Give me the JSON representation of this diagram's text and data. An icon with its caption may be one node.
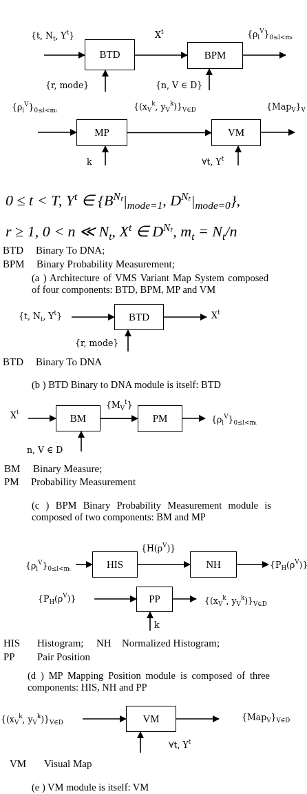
{
  "diagram": {
    "nodes": [
      {
        "text": [
          "BTD"
        ]
      },
      {
        "text": [
          "BPM"
        ]
      },
      {
        "text": [
          "MP"
        ]
      },
      {
        "text": [
          "VM"
        ]
      },
      {
        "text": [
          "BTD"
        ]
      },
      {
        "text": [
          "BM"
        ]
      },
      {
        "text": [
          "PM"
        ]
      },
      {
        "text": [
          "HIS"
        ]
      },
      {
        "text": [
          "NH"
        ]
      },
      {
        "text": [
          "PP"
        ]
      },
      {
        "text": [
          "VM"
        ]
      }
    ],
    "edges": [
      {
        "from": null,
        "to": 0,
        "arrow": "to",
        "label": "{t, N$_{t}$, Y$^{t}$}"
      },
      {
        "from": null,
        "to": 0,
        "arrow": "to",
        "label": "{r, mode}"
      },
      {
        "from": 0,
        "to": 1,
        "arrow": "to",
        "label": "X$^{t}$"
      },
      {
        "from": 1,
        "to": null,
        "arrow": "to",
        "label": "{ρ$_{l}$$^{V}$}$_{0≤l<mₜ}$"
      },
      {
        "from": null,
        "to": 1,
        "arrow": "to",
        "label": "{n, V ∈ D}"
      },
      {
        "from": null,
        "to": 2,
        "arrow": "to",
        "label": "{ρ$_{l}$$^{V}$}$_{0≤l<mₜ}$"
      },
      {
        "from": 2,
        "to": 3,
        "arrow": "to",
        "label": "{(x$_{V}$$^{k}$, y$_{V}$$^{k}$)}$_{V∈D}$"
      },
      {
        "from": 3,
        "to": null,
        "arrow": "to",
        "label": "{Map$_{V}$}$_{V}$"
      },
      {
        "from": null,
        "to": 2,
        "arrow": "to",
        "label": "k"
      },
      {
        "from": null,
        "to": 3,
        "arrow": "to",
        "label": "∀t, Y$^{t}$"
      },
      {
        "from": null,
        "to": 4,
        "arrow": "to",
        "label": "{t, N$_{t}$, Y$^{t}$}"
      },
      {
        "from": null,
        "to": 4,
        "arrow": "to",
        "label": "{r, mode}"
      },
      {
        "from": 4,
        "to": null,
        "arrow": "to",
        "label": "X$^{t}$"
      },
      {
        "from": null,
        "to": 5,
        "arrow": "to",
        "label": "X$^{t}$"
      },
      {
        "from": 5,
        "to": 6,
        "arrow": "to",
        "label": "{M$_{V}$$^{t}$}"
      },
      {
        "from": 6,
        "to": null,
        "arrow": "to",
        "label": "{ρ$_{l}$$^{V}$}$_{0≤l<mₜ}$"
      },
      {
        "from": null,
        "to": 5,
        "arrow": "to",
        "label": "n, V ∈ D"
      },
      {
        "from": null,
        "to": 7,
        "arrow": "to",
        "label": "{ρ$_{l}$$^{V}$}$_{0≤l<mₜ}$"
      },
      {
        "from": 7,
        "to": 8,
        "arrow": "to",
        "label": "{H(ρ$^{V}$)}"
      },
      {
        "from": 8,
        "to": null,
        "arrow": "to",
        "label": "{P$_{H}$(ρ$^{V}$)}"
      },
      {
        "from": null,
        "to": 9,
        "arrow": "to",
        "label": "{P$_{H}$(ρ$^{V}$)}"
      },
      {
        "from": 9,
        "to": null,
        "arrow": "to",
        "label": "{(x$_{V}$$^{k}$, y$_{V}$$^{k}$)}$_{V∈D}$"
      },
      {
        "from": null,
        "to": 9,
        "arrow": "to",
        "label": "k"
      },
      {
        "from": null,
        "to": 10,
        "arrow": "to",
        "label": "{(x$_{V}$$^{k}$, y$_{V}$$^{k}$)}$_{V∈D}$"
      },
      {
        "from": 10,
        "to": null,
        "arrow": "to",
        "label": "{Map$_{V}$}$_{V∈D}$"
      },
      {
        "from": null,
        "to": 10,
        "arrow": "to",
        "label": "∀t, Y$^{t}$"
      }
    ],
    "labels": [
      "0 ≤ t < T, Y$^{t}$ ∈ {B$^{Nₜ}$|$_{mode=1}$, D$^{Nₜ}$|$_{mode=0}$},",
      "r ≥ 1, 0 < n ≪ N$_{t}$, X$^{t}$ ∈ D$^{Nₜ}$, m$_{t}$ = N$_{t}$/n",
      "BTD",
      "Binary To DNA;",
      "BPM",
      "Binary Probability Measurement;",
      "(a ) Architecture of VMS Variant Map System composed of four components: BTD, BPM, MP and VM",
      "BTD",
      "Binary To DNA",
      "(b ) BTD Binary to DNA module is itself: BTD",
      "BM",
      "Binary Measure;",
      "PM",
      "Probability Measurement",
      "(c ) BPM Binary Probability Measurement module is composed of two components: BM and MP",
      "HIS",
      "Histogram;",
      "NH",
      "Normalized Histogram;",
      "PP",
      "Pair Position",
      "(d ) MP Mapping Position module is composed of three components: HIS, NH and PP",
      "VM",
      "Visual Map",
      "(e ) VM module is itself: VM"
    ]
  }
}
